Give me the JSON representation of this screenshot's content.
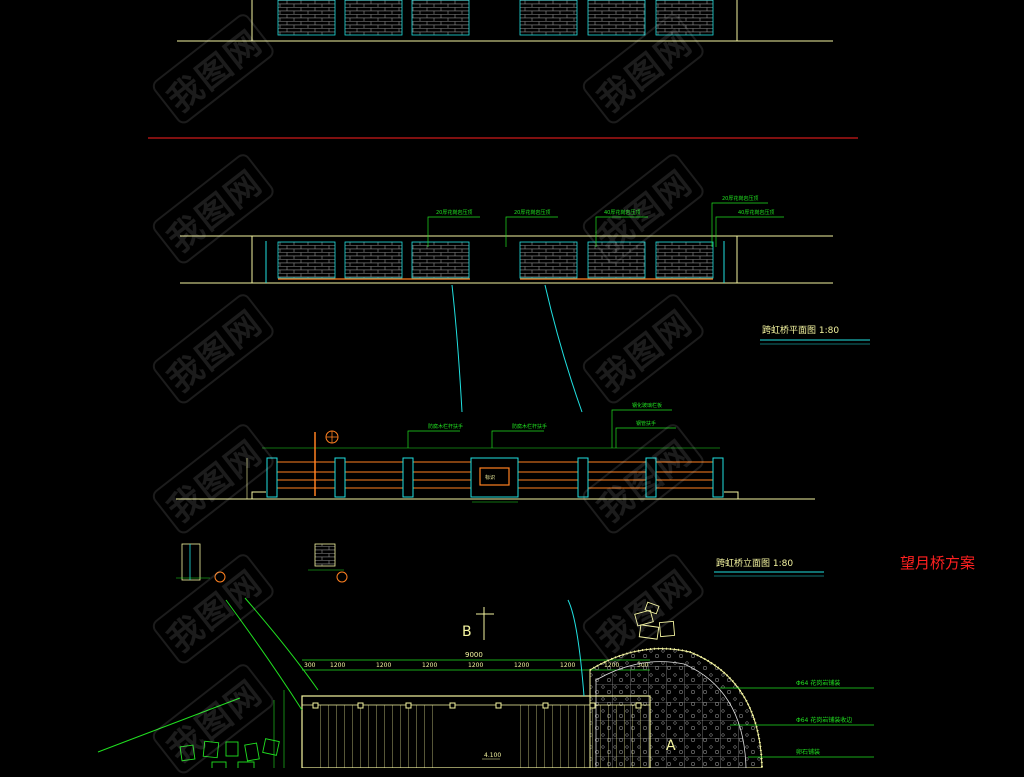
{
  "drawing": {
    "plan_title": "跨虹桥平面图 1:80",
    "elev_title": "跨虹桥立面图 1:80",
    "scheme_title": "望月桥方案",
    "section_mark": "B",
    "plan_mark": "A",
    "elevation_mark": "4.100"
  },
  "elev_notes": [
    "20厚花岗岩压顶",
    "20厚花岗岩压顶",
    "40厚花岗岩压顶",
    "20厚花岗岩压顶",
    "40厚花岗岩压顶"
  ],
  "rail_notes": [
    "防腐木栏杆扶手",
    "防腐木栏杆扶手",
    "钢化玻璃栏板",
    "钢管扶手"
  ],
  "rail_label": "标识",
  "dims": {
    "total": "9000",
    "segments": [
      "300",
      "1200",
      "1200",
      "1200",
      "1200",
      "1200",
      "1200",
      "1200",
      "300"
    ],
    "right": "300"
  },
  "plan_notes": [
    "Φ64 花岗岩铺装",
    "Φ64 花岗岩铺装收边",
    "卵石铺装"
  ],
  "watermark": "我图网",
  "colors": {
    "line": "#f5f5a0",
    "cyan": "#20e0e0",
    "green": "#20e020",
    "red": "#ff2020",
    "orange": "#ff8020",
    "white": "#e0e0e0"
  }
}
